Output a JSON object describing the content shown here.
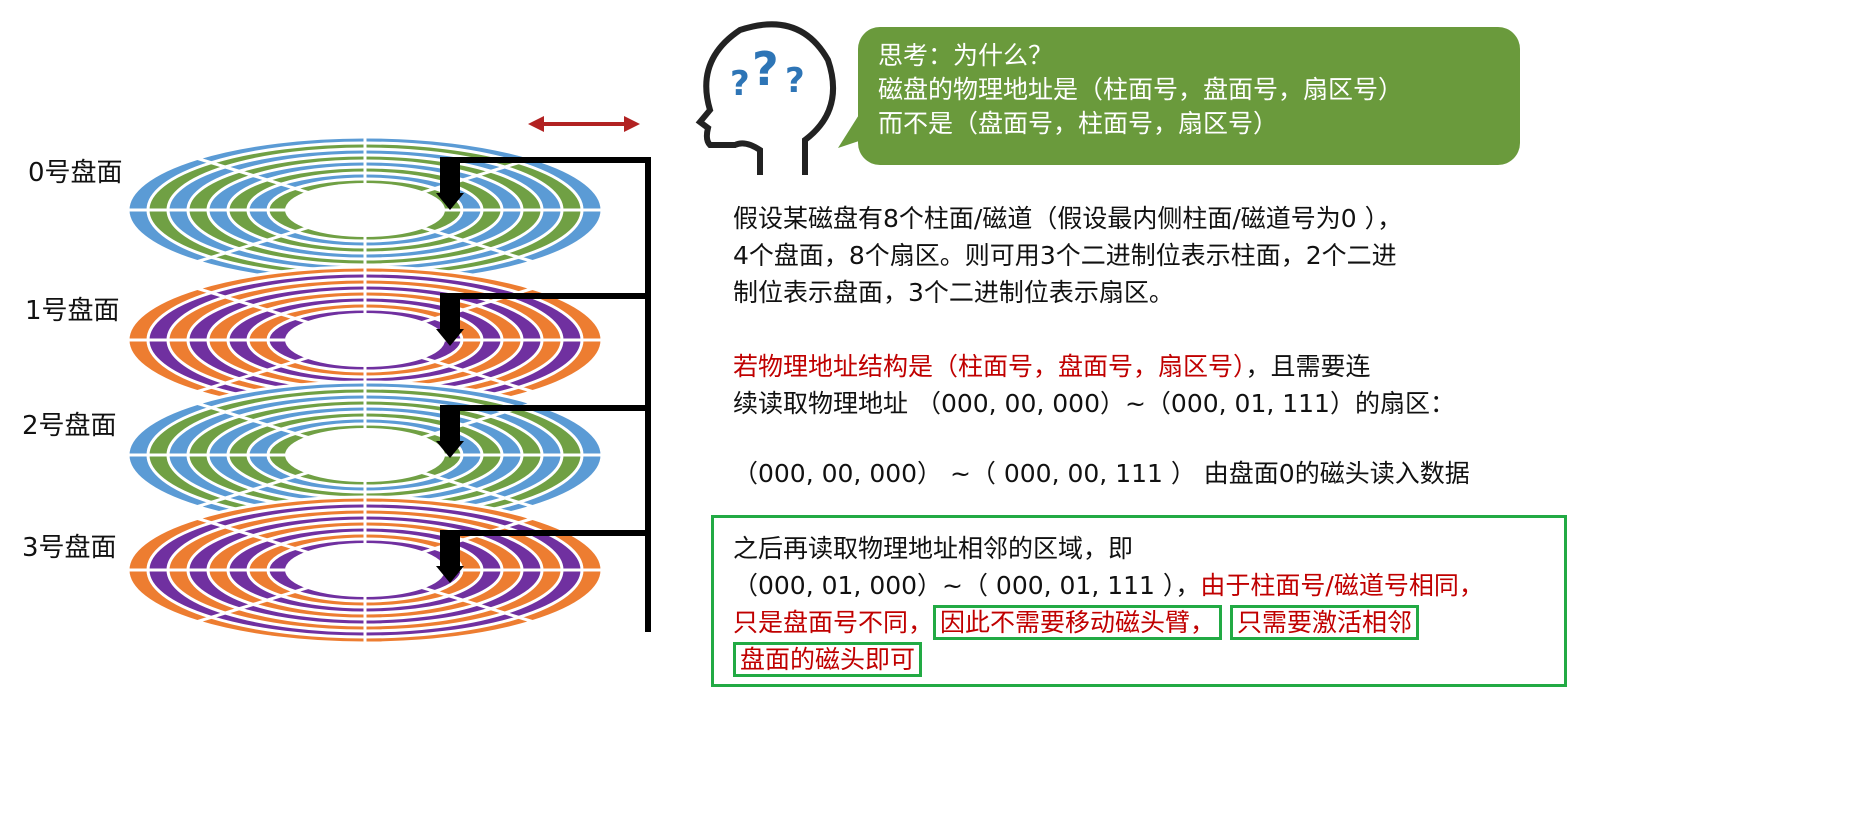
{
  "platters": [
    {
      "label": "0号盘面",
      "colors": [
        "#5b9bd5",
        "#70a044"
      ]
    },
    {
      "label": "1号盘面",
      "colors": [
        "#ed7d31",
        "#7030a0"
      ]
    },
    {
      "label": "2号盘面",
      "colors": [
        "#5b9bd5",
        "#70a044"
      ]
    },
    {
      "label": "3号盘面",
      "colors": [
        "#ed7d31",
        "#7030a0"
      ]
    }
  ],
  "bubble": {
    "lines": [
      "思考：为什么？",
      "磁盘的物理地址是（柱面号，盘面号，扇区号）",
      "而不是（盘面号，柱面号，扇区号）"
    ],
    "color": "#6a9a3c"
  },
  "para1": [
    "假设某磁盘有8个柱面/磁道（假设最内侧柱面/磁道号为0 ），",
    "4个盘面，8个扇区。则可用3个二进制位表示柱面，2个二进",
    "制位表示盘面，3个二进制位表示扇区。"
  ],
  "para2": {
    "red": "若物理地址结构是（柱面号，盘面号，扇区号）",
    "rest": "，且需要连",
    "line2": "续读取物理地址 （000, 00, 000）~（000, 01, 111）的扇区："
  },
  "para3": "（000, 00, 000） ~（ 000, 00, 111 ） 由盘面0的磁头读入数据",
  "box": {
    "line1": "之后再读取物理地址相邻的区域，即",
    "line2a": "（000, 01, 000）~（ 000, 01, 111 ），",
    "line2b": "由于柱面号/磁道号相同，",
    "line3a": "只是盘面号不同，",
    "line3b": "因此不需要移动磁头臂，",
    "line3c": "只需要激活相邻",
    "line4": "盘面的磁头即可"
  }
}
